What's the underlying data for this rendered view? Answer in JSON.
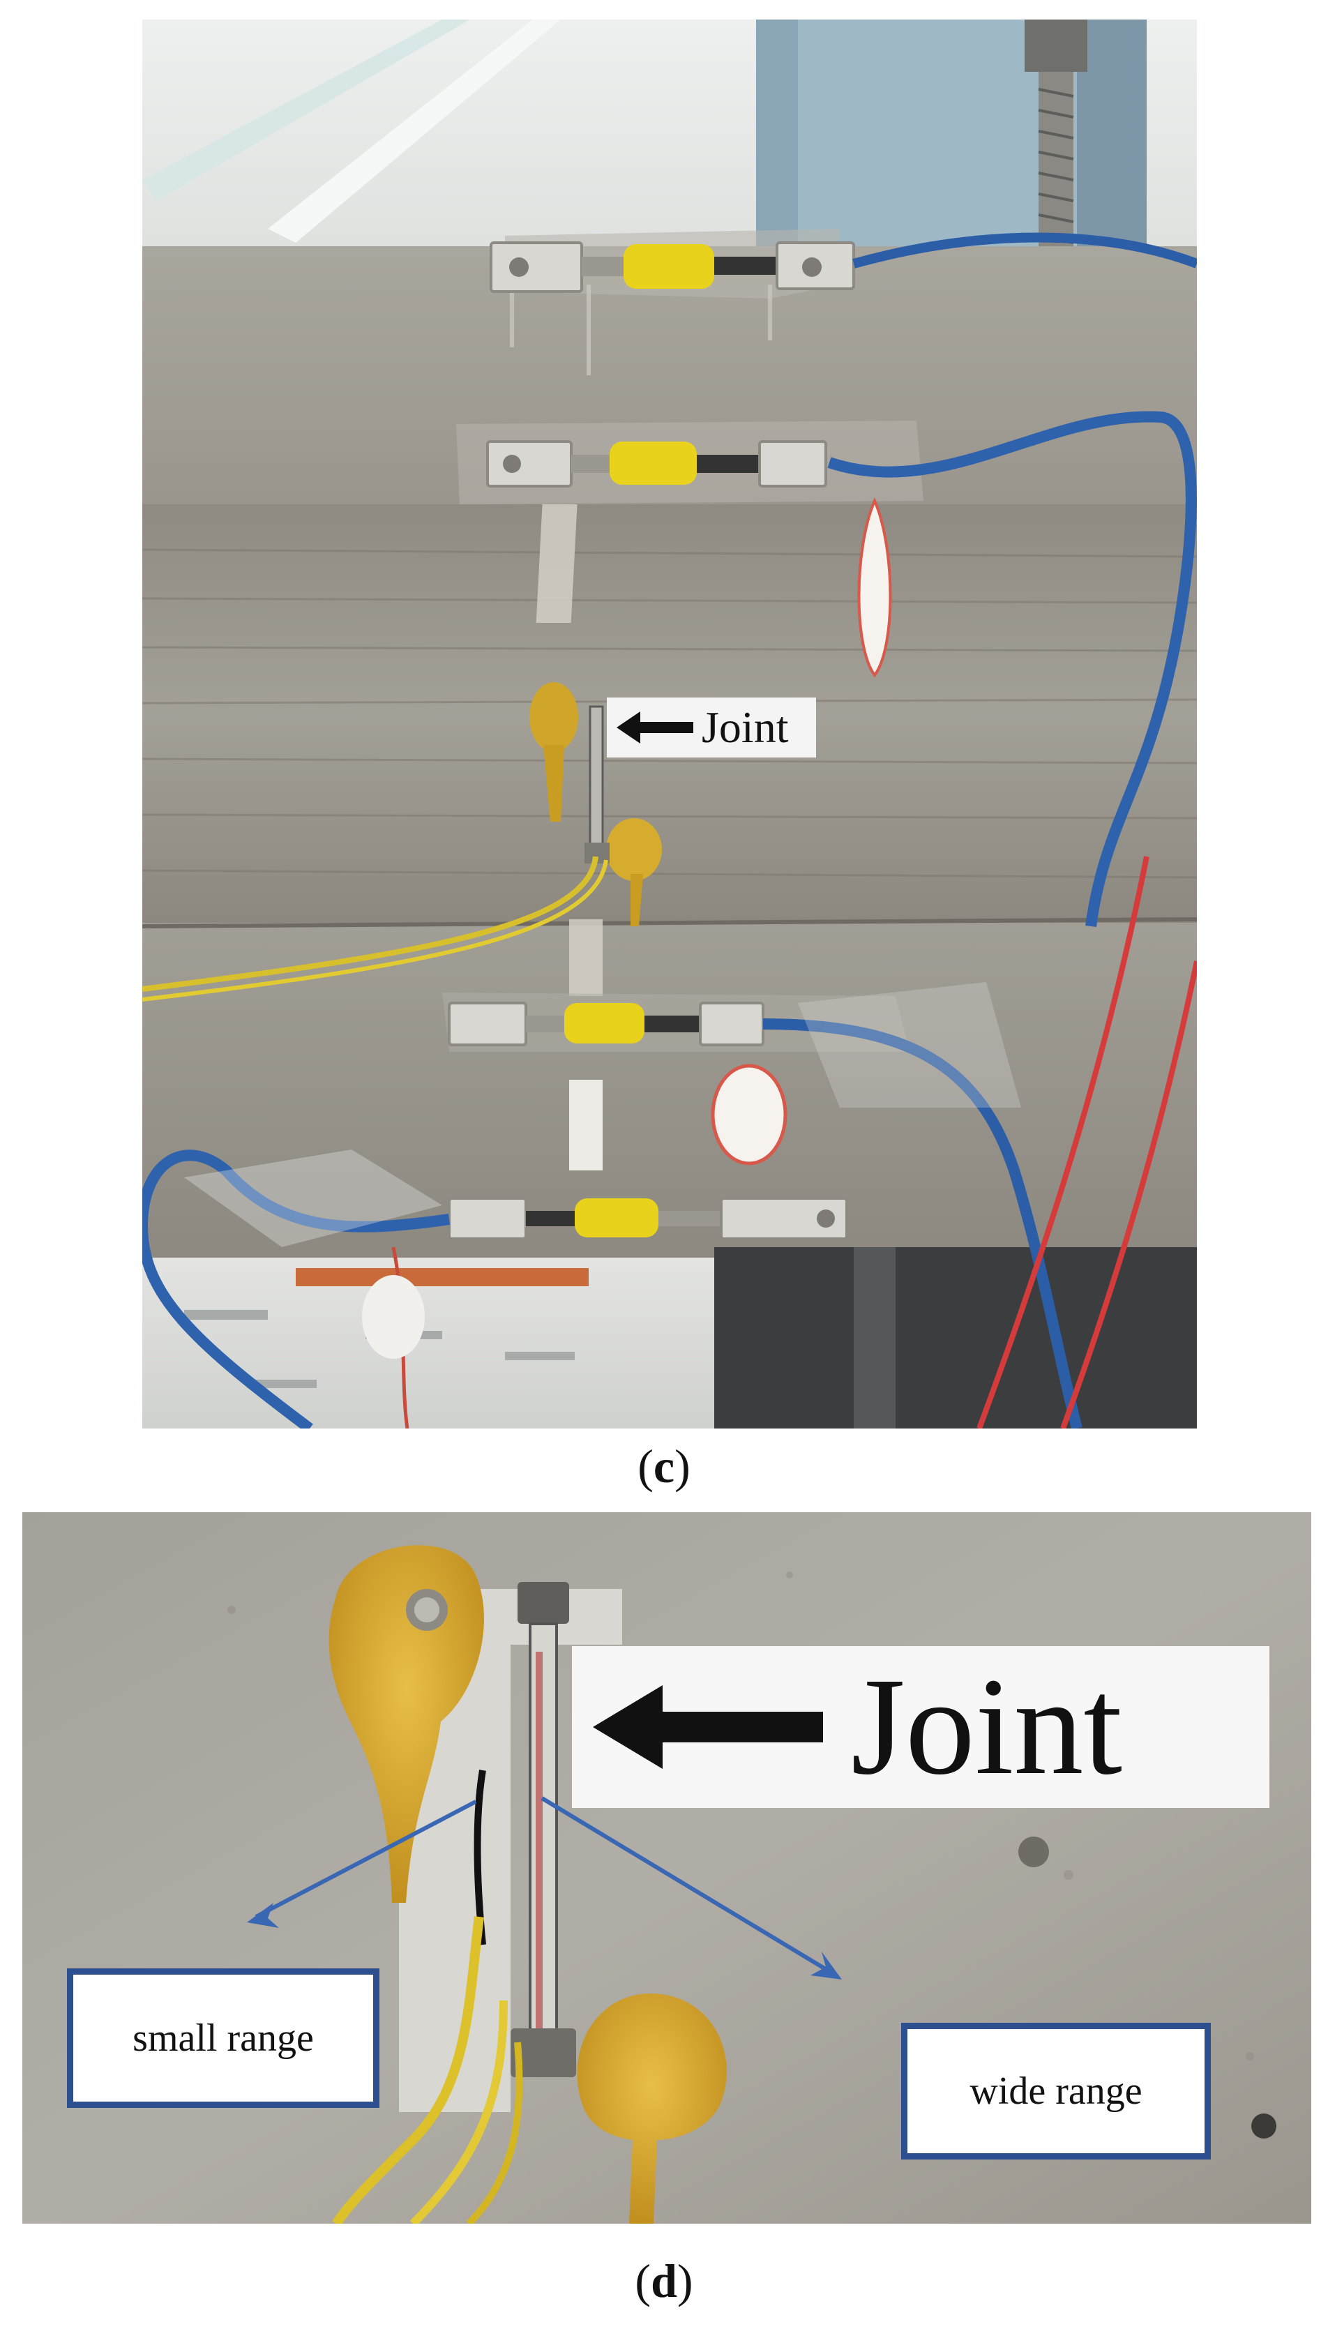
{
  "panel_c": {
    "caption_letter": "c",
    "joint_label": "Joint"
  },
  "panel_d": {
    "caption_letter": "d",
    "joint_label": "Joint",
    "callouts": [
      {
        "text": "small range"
      },
      {
        "text": "wide range"
      }
    ]
  }
}
